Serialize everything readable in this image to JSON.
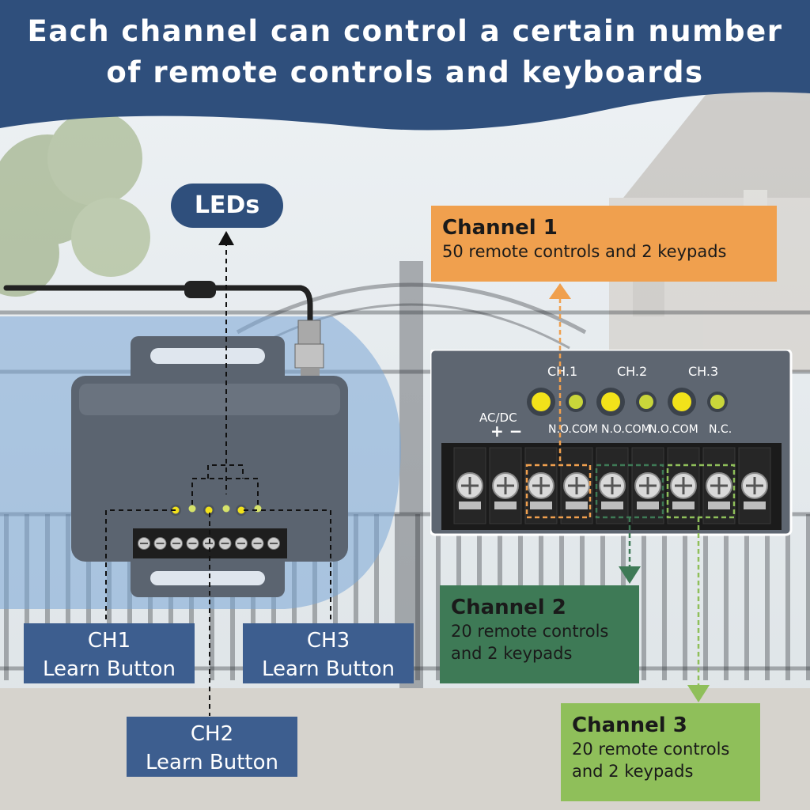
{
  "header": {
    "line1": "Each channel can control a certain number",
    "line2": "of remote controls and keyboards"
  },
  "leds_badge": "LEDs",
  "buttons": {
    "ch1": {
      "line1": "CH1",
      "line2": "Learn Button"
    },
    "ch2": {
      "line1": "CH2",
      "line2": "Learn Button"
    },
    "ch3": {
      "line1": "CH3",
      "line2": "Learn Button"
    }
  },
  "channels": {
    "ch1": {
      "title": "Channel 1",
      "desc1": "50 remote controls and 2 keypads",
      "color": "#f0a04e"
    },
    "ch2": {
      "title": "Channel 2",
      "desc1": "20 remote controls",
      "desc2": "and 2 keypads",
      "color": "#3e7a56"
    },
    "ch3": {
      "title": "Channel 3",
      "desc1": "20 remote controls",
      "desc2": "and 2 keypads",
      "color": "#8fbf5a"
    }
  },
  "panel": {
    "ch_labels": [
      "CH.1",
      "CH.2",
      "CH.3"
    ],
    "power_label": "AC/DC",
    "power_signs": "+ −",
    "terminal_labels": [
      "N.O.COM",
      "N.O.COM",
      "N.O.COM",
      "N.C."
    ]
  },
  "colors": {
    "header": "#2f4f7c",
    "label_box": "#3d5e8f",
    "device": "#5b6470",
    "led_yellow": "#f2e21a"
  },
  "icons": [
    "arrow-up-icon",
    "arrow-down-icon"
  ]
}
